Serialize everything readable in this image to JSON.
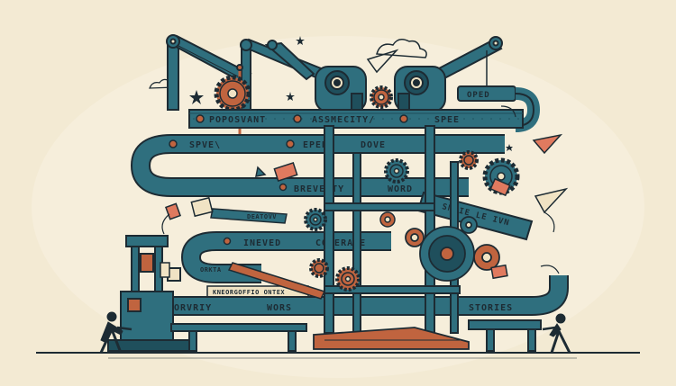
{
  "illustration": {
    "belt_labels": {
      "top_left": "POPOSVANT",
      "top_mid": "ASSMECITY/",
      "top_right": "SPEE",
      "top_far_right": "OPED",
      "second_a": "SPVE\\",
      "second_b": "EPED",
      "second_c": "DOVE",
      "third_a": "BREVEUTY",
      "third_b": "WORD",
      "diag": "SNCIE LE IVN",
      "small_a": "DEATOVV",
      "fourth_a": "INEVED",
      "fourth_b": "CONERATE",
      "small_b": "ORKTA",
      "small_c": "KNEORGOFFIO ONTEX",
      "bottom_a": "SORVRIY",
      "bottom_b": "WORS",
      "bottom_c": "STORIES"
    },
    "palette": {
      "background": "#f3ead3",
      "teal": "#2f6f7e",
      "teal_dark": "#1f4f5c",
      "outline": "#1d2b33",
      "rust": "#c0643f",
      "coral": "#e07a5f",
      "cream": "#f0e3c4"
    }
  }
}
